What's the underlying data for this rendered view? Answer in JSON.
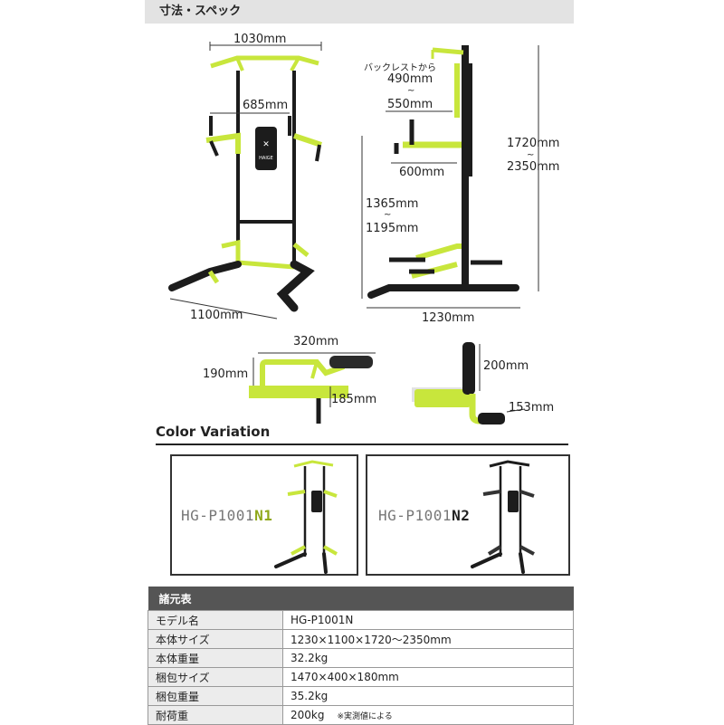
{
  "header": {
    "title": "寸法・スペック"
  },
  "dims": {
    "width_top": "1030mm",
    "inner_width": "685mm",
    "depth_base": "1100mm",
    "backrest_from": "バックレストから",
    "backrest_min": "490mm",
    "tilde1": "~",
    "backrest_max": "550mm",
    "dip_width": "600mm",
    "height_min": "1720mm",
    "tilde2": "~",
    "height_max": "2350mm",
    "dip_height_1": "1365mm",
    "tilde3": "~",
    "dip_height_2": "1195mm",
    "base_length": "1230mm",
    "handle_width": "320mm",
    "handle_height": "190mm",
    "handle_drop": "185mm",
    "leg_height": "200mm",
    "leg_depth": "153mm"
  },
  "brand_mark": "HAIGE",
  "colors": {
    "accent": "#c8e63c",
    "frame": "#1c1c1c",
    "header_bg": "#e3e3e3",
    "table_head": "#555555"
  },
  "color_variation": {
    "title": "Color Variation",
    "items": [
      {
        "model_base": "HG-P1001",
        "model_suffix": "N1"
      },
      {
        "model_base": "HG-P1001",
        "model_suffix": "N2"
      }
    ]
  },
  "spec_table": {
    "title": "諸元表",
    "rows": [
      {
        "label": "モデル名",
        "value": "HG-P1001N",
        "note": ""
      },
      {
        "label": "本体サイズ",
        "value": "1230×1100×1720〜2350mm",
        "note": ""
      },
      {
        "label": "本体重量",
        "value": "32.2kg",
        "note": ""
      },
      {
        "label": "梱包サイズ",
        "value": "1470×400×180mm",
        "note": ""
      },
      {
        "label": "梱包重量",
        "value": "35.2kg",
        "note": ""
      },
      {
        "label": "耐荷重",
        "value": "200kg",
        "note": "※実測値による"
      }
    ]
  }
}
